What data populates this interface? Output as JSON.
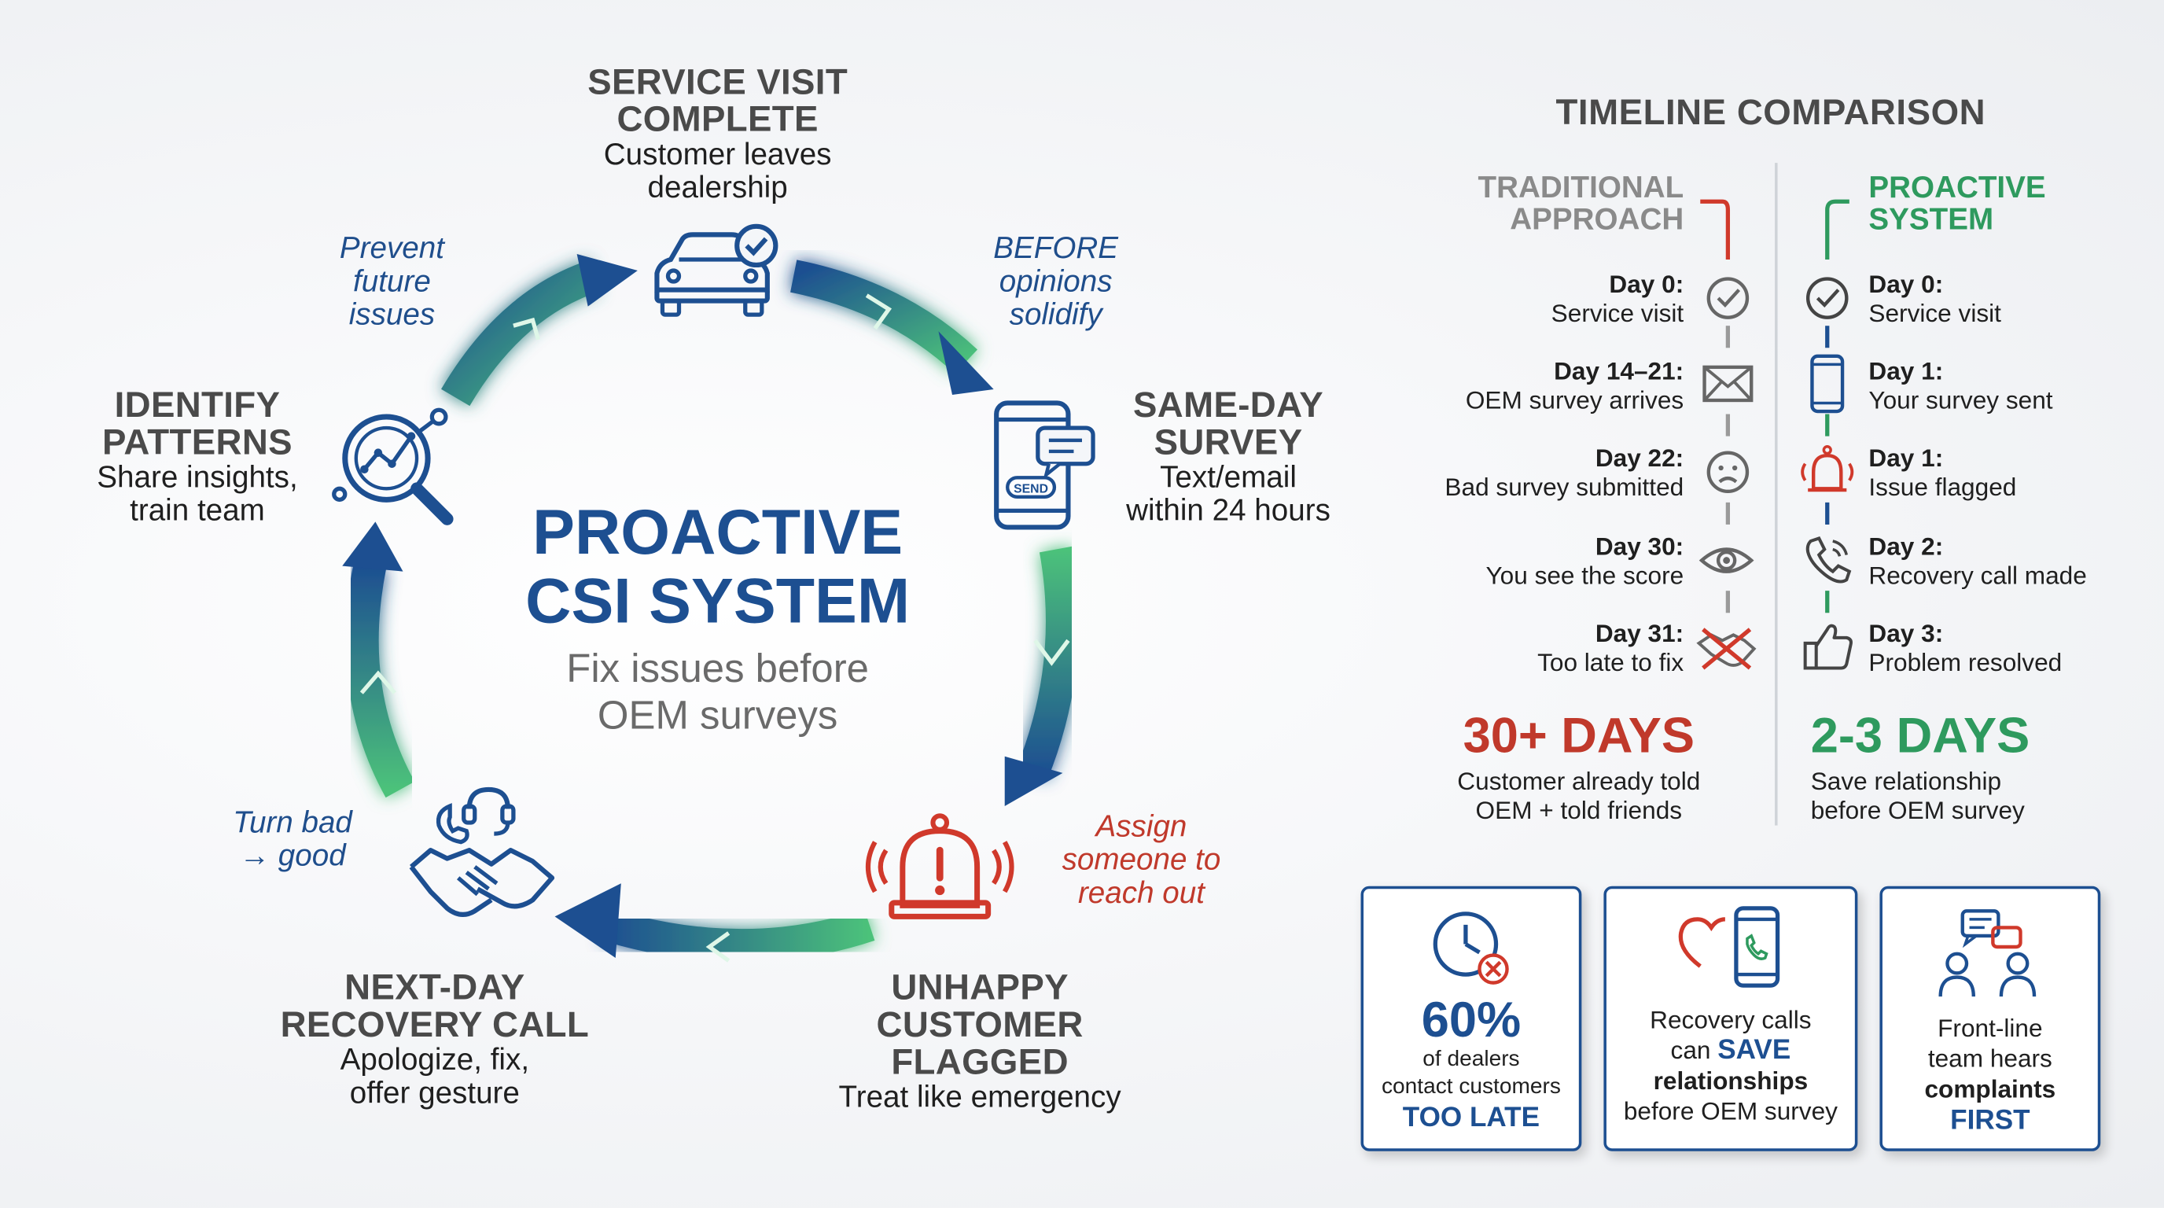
{
  "colors": {
    "primary_blue": "#1d4f91",
    "accent_green": "#3fae6a",
    "alert_red": "#c0392b",
    "traditional_red": "#c0392b",
    "proactive_green": "#2e9a5e"
  },
  "cycle": {
    "center": {
      "title_line1": "PROACTIVE",
      "title_line2": "CSI SYSTEM",
      "subtitle_line1": "Fix issues before",
      "subtitle_line2": "OEM surveys"
    },
    "stages": [
      {
        "icon": "car-check-icon",
        "title_line1": "SERVICE VISIT",
        "title_line2": "COMPLETE",
        "sub_line1": "Customer leaves",
        "sub_line2": "dealership"
      },
      {
        "icon": "phone-send-icon",
        "title_line1": "SAME-DAY",
        "title_line2": "SURVEY",
        "sub_line1": "Text/email",
        "sub_line2": "within 24 hours",
        "send_label": "SEND"
      },
      {
        "icon": "alarm-bell-icon",
        "title_line1": "UNHAPPY",
        "title_line2": "CUSTOMER",
        "title_line3": "FLAGGED",
        "sub_line1": "Treat like emergency"
      },
      {
        "icon": "handshake-headset-icon",
        "title_line1": "NEXT-DAY",
        "title_line2": "RECOVERY CALL",
        "sub_line1": "Apologize, fix,",
        "sub_line2": "offer gesture"
      },
      {
        "icon": "magnifier-chart-icon",
        "title_line1": "IDENTIFY",
        "title_line2": "PATTERNS",
        "sub_line1": "Share insights,",
        "sub_line2": "train team"
      }
    ],
    "notes": {
      "before": [
        "BEFORE",
        "opinions",
        "solidify"
      ],
      "assign": [
        "Assign",
        "someone to",
        "reach out"
      ],
      "turn": [
        "Turn bad",
        "→ good"
      ],
      "prevent": [
        "Prevent",
        "future",
        "issues"
      ]
    }
  },
  "timeline": {
    "heading": "TIMELINE COMPARISON",
    "traditional": {
      "header_line1": "TRADITIONAL",
      "header_line2": "APPROACH",
      "items": [
        {
          "day": "Day 0:",
          "text": "Service visit",
          "icon": "check-circle-icon"
        },
        {
          "day": "Day 14–21:",
          "text": "OEM survey arrives",
          "icon": "envelope-icon"
        },
        {
          "day": "Day 22:",
          "text": "Bad survey submitted",
          "icon": "sad-face-icon"
        },
        {
          "day": "Day 30:",
          "text": "You see the score",
          "icon": "eye-icon"
        },
        {
          "day": "Day 31:",
          "text": "Too late to fix",
          "icon": "broken-handshake-icon"
        }
      ],
      "total": "30+ DAYS",
      "total_sub_line1": "Customer already told",
      "total_sub_line2": "OEM + told friends"
    },
    "proactive": {
      "header_line1": "PROACTIVE",
      "header_line2": "SYSTEM",
      "items": [
        {
          "day": "Day 0:",
          "text": "Service visit",
          "icon": "check-circle-icon"
        },
        {
          "day": "Day 1:",
          "text": "Your survey sent",
          "icon": "phone-icon"
        },
        {
          "day": "Day 1:",
          "text": "Issue flagged",
          "icon": "alarm-bell-icon"
        },
        {
          "day": "Day 2:",
          "text": "Recovery call made",
          "icon": "phone-call-icon"
        },
        {
          "day": "Day 3:",
          "text": "Problem resolved",
          "icon": "thumbs-up-icon"
        }
      ],
      "total": "2-3 DAYS",
      "total_sub_line1": "Save relationship",
      "total_sub_line2": "before OEM survey"
    }
  },
  "cards": [
    {
      "icon": "clock-x-icon",
      "big": "60%",
      "line1": "of dealers",
      "line2": "contact customers",
      "line3": "TOO LATE"
    },
    {
      "icon": "heart-phone-icon",
      "line1": "Recovery calls",
      "line2_pre": "can ",
      "line2_bold": "SAVE",
      "line3": "relationships",
      "line4": "before OEM survey"
    },
    {
      "icon": "team-chat-icon",
      "line1": "Front-line",
      "line2": "team hears",
      "line3": "complaints",
      "line4": "FIRST"
    }
  ]
}
